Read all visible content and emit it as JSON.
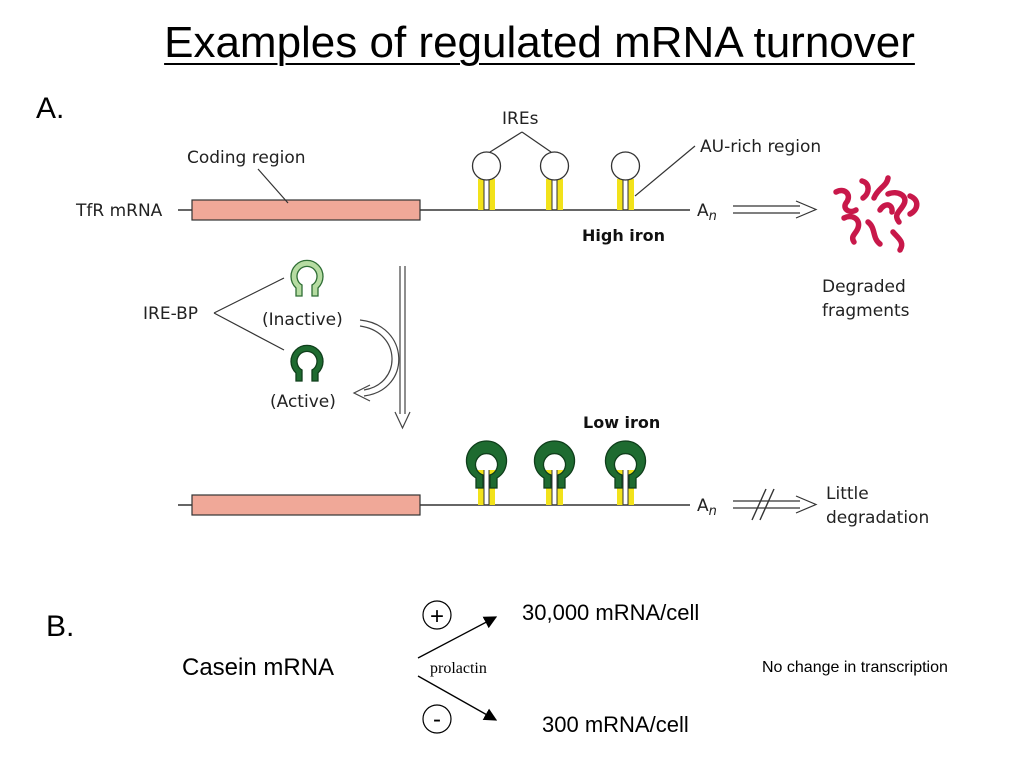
{
  "title": "Examples of regulated mRNA turnover",
  "panel_a": {
    "label": "A.",
    "ires_label": "IREs",
    "coding_region_label": "Coding region",
    "au_rich_label": "AU-rich region",
    "tfr_mrna_label": "TfR mRNA",
    "poly_a_base": "A",
    "poly_a_sub": "n",
    "high_iron_label": "High iron",
    "low_iron_label": "Low iron",
    "degraded_line1": "Degraded",
    "degraded_line2": "fragments",
    "ire_bp_label": "IRE-BP",
    "inactive_label": "(Inactive)",
    "active_label": "(Active)",
    "little_line1": "Little",
    "little_line2": "degradation",
    "colors": {
      "coding_region": "#f0a898",
      "stem": "#f2e21a",
      "ire_bp_active": "#1e6b30",
      "ire_bp_inactive": "#b6dca2",
      "fragments": "#c8184a"
    }
  },
  "panel_b": {
    "label": "B.",
    "casein_label": "Casein mRNA",
    "prolactin_label": "prolactin",
    "plus_symbol": "+",
    "minus_symbol": "-",
    "upper_value": "30,000 mRNA/cell",
    "lower_value": "300 mRNA/cell",
    "note": "No change in transcription"
  }
}
